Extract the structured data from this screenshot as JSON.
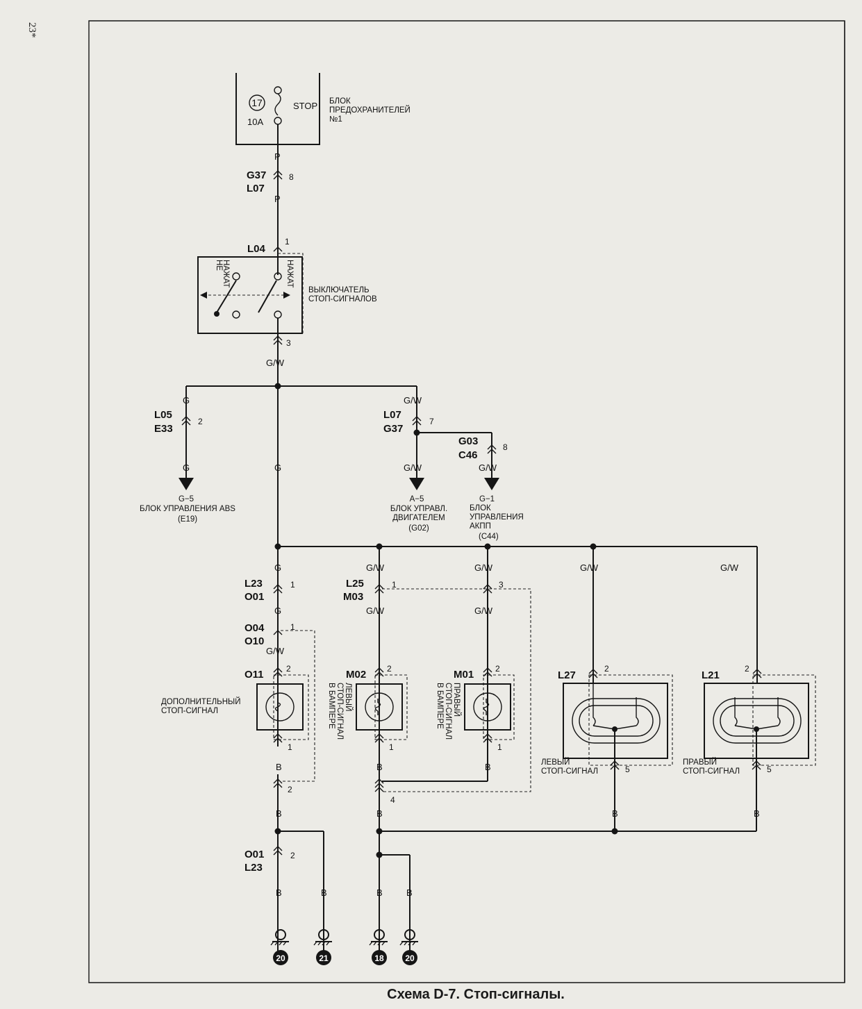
{
  "page_number": "23*",
  "caption": "Схема D-7. Стоп-сигналы.",
  "fuse_box": {
    "fuse_number": "17",
    "rating": "10A",
    "fuse_name": "STOP",
    "label": [
      "БЛОК",
      "ПРЕДОХРАНИТЕЛЕЙ",
      "№1"
    ]
  },
  "wire_colors": {
    "p": "P",
    "gw": "G/W",
    "g": "G",
    "b": "B"
  },
  "pins": {
    "p1": "1",
    "p2": "2",
    "p3": "3",
    "p4": "4",
    "p5": "5",
    "p7": "7",
    "p8": "8"
  },
  "connectors": {
    "g37": "G37",
    "l07": "L07",
    "l04": "L04",
    "l05": "L05",
    "e33": "E33",
    "g03": "G03",
    "c46": "C46",
    "l23": "L23",
    "o01": "O01",
    "l25": "L25",
    "m03": "M03",
    "o04": "O04",
    "o10": "O10",
    "o11": "O11",
    "m02": "M02",
    "m01": "M01",
    "l27": "L27",
    "l21": "L21"
  },
  "brake_switch": {
    "not_pressed": [
      "НЕ",
      "НАЖАТ"
    ],
    "pressed": "НАЖАТ",
    "label": [
      "ВЫКЛЮЧАТЕЛЬ",
      "СТОП-СИГНАЛОВ"
    ]
  },
  "abs_unit": {
    "terminal": "G−5",
    "label": "БЛОК УПРАВЛЕНИЯ ABS",
    "code": "(E19)"
  },
  "engine_unit": {
    "terminal": "A−5",
    "label": [
      "БЛОК УПРАВЛ.",
      "ДВИГАТЕЛЕМ"
    ],
    "code": "(G02)"
  },
  "akpp_unit": {
    "terminal": "G−1",
    "label": [
      "БЛОК",
      "УПРАВЛЕНИЯ",
      "АКПП"
    ],
    "code": "(C44)"
  },
  "lamps": {
    "extra": [
      "ДОПОЛНИТЕЛЬНЫЙ",
      "СТОП-СИГНАЛ"
    ],
    "left_bumper": [
      "ЛЕВЫЙ",
      "СТОП-СИГНАЛ",
      "В БАМПЕРЕ"
    ],
    "right_bumper": [
      "ПРАВЫЙ",
      "СТОП-СИГНАЛ",
      "В БАМПЕРЕ"
    ],
    "left": [
      "ЛЕВЫЙ",
      "СТОП-СИГНАЛ"
    ],
    "right": [
      "ПРАВЫЙ",
      "СТОП-СИГНАЛ"
    ]
  },
  "grounds": [
    "20",
    "21",
    "18",
    "20"
  ]
}
